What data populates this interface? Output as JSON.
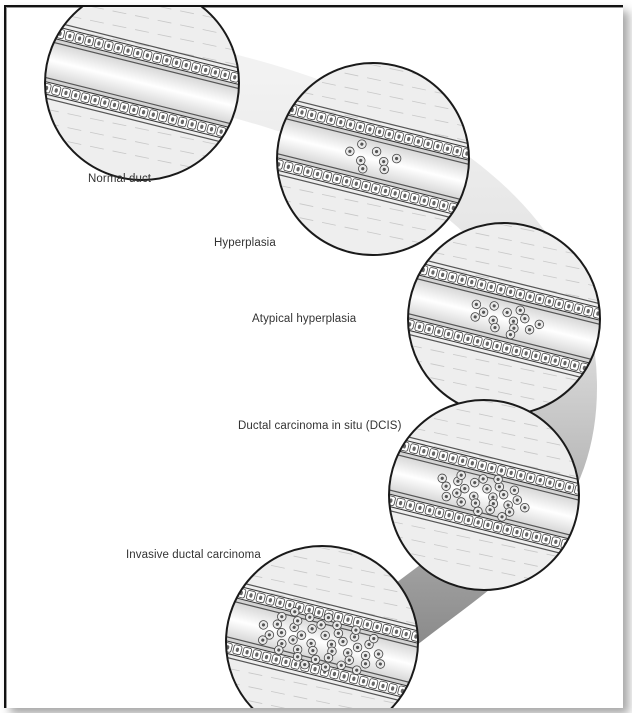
{
  "stages": [
    {
      "key": "normal",
      "label": "Normal duct",
      "icon": "duct-cross-section-icon"
    },
    {
      "key": "hyperplasia",
      "label": "Hyperplasia",
      "icon": "duct-cross-section-icon"
    },
    {
      "key": "atypical",
      "label": "Atypical hyperplasia",
      "icon": "duct-cross-section-icon"
    },
    {
      "key": "dcis",
      "label": "Ductal carcinoma in situ (DCIS)",
      "icon": "duct-cross-section-icon"
    },
    {
      "key": "idc",
      "label": "Invasive ductal carcinoma",
      "icon": "duct-cross-section-icon"
    }
  ],
  "colors": {
    "path_start": "#efefef",
    "path_end": "#8a8a8a",
    "line": "#333333",
    "tissue": "#e6e6e6"
  }
}
